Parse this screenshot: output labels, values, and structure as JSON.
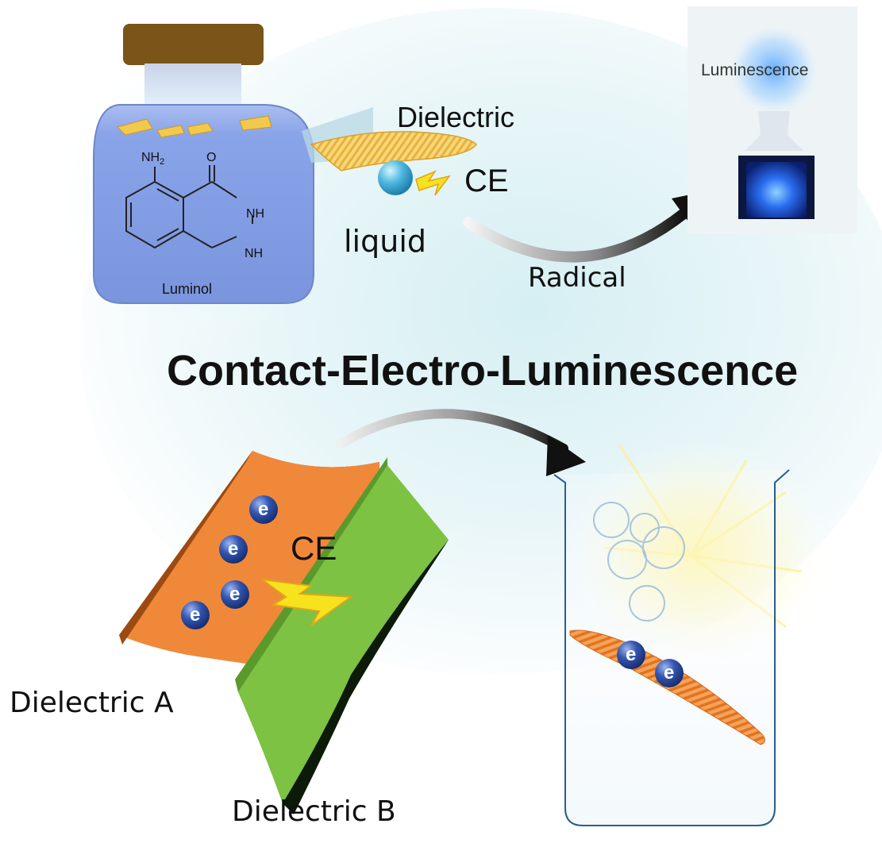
{
  "title": "Contact-Electro-Luminescence",
  "top_panel": {
    "dielectric_label": "Dielectric",
    "ce_label": "CE",
    "liquid_label": "liquid",
    "radical_label": "Radical",
    "luminescence_label": "Luminescence",
    "molecule": {
      "name": "Luminol",
      "amine": "NH",
      "amine_subscript": "2",
      "carbonyl": "O",
      "nh_upper": "NH",
      "nh_lower": "NH"
    }
  },
  "bottom_panel": {
    "ce_label": "CE",
    "dielectric_a_label": "Dielectric A",
    "dielectric_b_label": "Dielectric B",
    "electron_symbol": "e"
  },
  "colors": {
    "jar_liquid": "#7f9be3",
    "jar_cap": "#7a5418",
    "dielectric_a": "#f0883a",
    "dielectric_b": "#7dc242",
    "electron": "#24408f",
    "glow": "#2a6cf0",
    "spark": "#f6e21d"
  }
}
